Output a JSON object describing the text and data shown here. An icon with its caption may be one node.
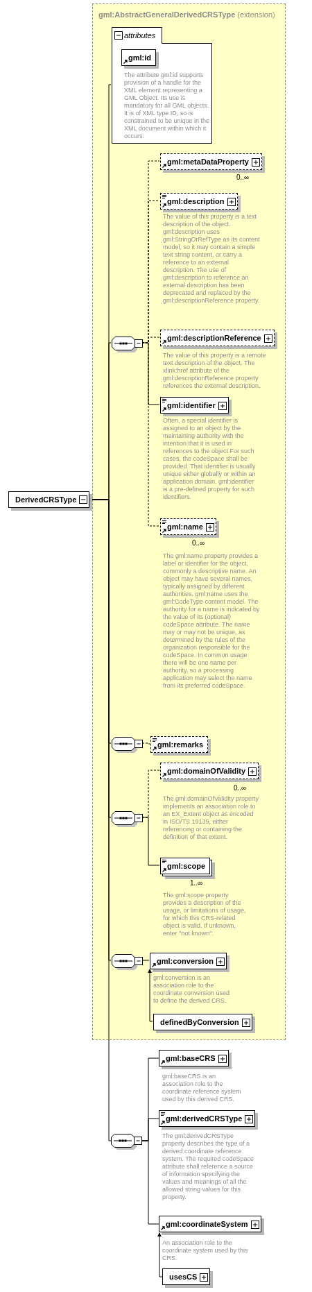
{
  "diagram": {
    "nodes": [
      {
        "text": [
          "DerivedCRSType"
        ]
      },
      {
        "text": [
          "**gml:AbstractGeneralDerivedCRSType** (extension)"
        ]
      },
      {
        "text": [
          "attributes"
        ],
        "in": 1
      },
      {
        "text": [
          "gml:id"
        ],
        "in": 2,
        "beside": [
          "The attribute gml:id supports provision of a handle for the XML element representing a GML Object. Its use is mandatory for all GML objects. It is of XML type ID, so is constrained to be unique in the XML document within which it occurs."
        ]
      },
      {
        "text": [],
        "shape": "octagon",
        "in": 1
      },
      {
        "text": [
          "gml:metaDataProperty"
        ],
        "in": 1,
        "beside": [
          "0..∞"
        ]
      },
      {
        "text": [
          "gml:description"
        ],
        "in": 1,
        "beside": [
          "The value of this property is a text description of the object. gml:description uses gml:StringOrRefType as its content model, so it may contain a simple text string content, or carry a reference to an external description. The use of gml:description to reference an external description has been deprecated and replaced by the gml:descriptionReference property."
        ]
      },
      {
        "text": [
          "gml:descriptionReference"
        ],
        "in": 1,
        "beside": [
          "The value of this property is a remote text description of the object. The xlink:href attribute of the gml:descriptionReference property references the external description."
        ]
      },
      {
        "text": [
          "gml:identifier"
        ],
        "in": 1,
        "beside": [
          "Often, a special identifier is assigned to an object by the maintaining authority with the intention that it is used in references to the object For such cases, the codeSpace shall be provided. That identifier is usually unique either globally or within an application domain. gml:identifier is a pre-defined property for such identifiers."
        ]
      },
      {
        "text": [
          "gml:name"
        ],
        "in": 1,
        "beside": [
          "0..∞",
          "The gml:name property provides a label or identifier for the object, commonly a descriptive name. An object may have several names, typically assigned by different authorities. gml:name uses the gml:CodeType content model. The authority for a name is indicated by the value of its (optional) codeSpace attribute. The name may or may not be unique, as determined by the rules of the organization responsible for the codeSpace. In common usage there will be one name per authority, so a processing application may select the name from its preferred codeSpace."
        ]
      },
      {
        "text": [],
        "shape": "octagon",
        "in": 1
      },
      {
        "text": [
          "gml:remarks"
        ],
        "in": 1
      },
      {
        "text": [],
        "shape": "octagon",
        "in": 1
      },
      {
        "text": [
          "gml:domainOfValidity"
        ],
        "in": 1,
        "beside": [
          "0..∞",
          "The gml:domainOfValidity property implements an association role to an EX_Extent object as encoded in ISO/TS 19139, either referencing or containing the definition of that extent."
        ]
      },
      {
        "text": [
          "gml:scope"
        ],
        "in": 1,
        "beside": [
          "1..∞",
          "The gml:scope property provides a description of the usage, or limitations of usage, for which this CRS-related object is valid. If unknown, enter \"not known\"."
        ]
      },
      {
        "text": [],
        "shape": "octagon",
        "in": 1
      },
      {
        "text": [
          "gml:conversion"
        ],
        "in": 1,
        "beside": [
          "gml:conversion is an association role to the coordinate conversion used to define the derived CRS."
        ]
      },
      {
        "text": [
          "definedByConversion"
        ],
        "in": 1
      },
      {
        "text": [],
        "shape": "octagon"
      },
      {
        "text": [
          "gml:baseCRS"
        ],
        "beside": [
          "gml:baseCRS is an association role to the coordinate reference system used by this derived CRS."
        ]
      },
      {
        "text": [
          "gml:derivedCRSType"
        ],
        "beside": [
          "The gml:derivedCRSType property describes the type of a derived coordinate reference system. The required codeSpace attribute shall reference a source of information specifying the values and meanings of all the allowed string values for this property."
        ]
      },
      {
        "text": [
          "gml:coordinateSystem"
        ],
        "beside": [
          "An association role to the coordinate system used by this CRS."
        ]
      },
      {
        "text": [
          "usesCS"
        ]
      }
    ],
    "edges": [
      {
        "from": 0,
        "to": 2,
        "arrow": "none"
      },
      {
        "from": 0,
        "to": 4,
        "arrow": "none"
      },
      {
        "from": 4,
        "to": 5,
        "arrow": "none",
        "style": "dashed"
      },
      {
        "from": 4,
        "to": 6,
        "arrow": "none",
        "style": "dashed"
      },
      {
        "from": 4,
        "to": 7,
        "arrow": "none",
        "style": "dashed"
      },
      {
        "from": 4,
        "to": 8,
        "arrow": "none"
      },
      {
        "from": 4,
        "to": 9,
        "arrow": "none",
        "style": "dashed"
      },
      {
        "from": 0,
        "to": 10,
        "arrow": "none"
      },
      {
        "from": 10,
        "to": 11,
        "arrow": "none",
        "style": "dashed"
      },
      {
        "from": 0,
        "to": 12,
        "arrow": "none"
      },
      {
        "from": 12,
        "to": 13,
        "arrow": "none",
        "style": "dashed"
      },
      {
        "from": 12,
        "to": 14,
        "arrow": "none"
      },
      {
        "from": 0,
        "to": 15,
        "arrow": "none"
      },
      {
        "from": 15,
        "to": 16,
        "arrow": "none"
      },
      {
        "from": 17,
        "to": 16,
        "arrow": "to"
      },
      {
        "from": 0,
        "to": 18,
        "arrow": "none"
      },
      {
        "from": 18,
        "to": 19,
        "arrow": "none"
      },
      {
        "from": 18,
        "to": 20,
        "arrow": "none"
      },
      {
        "from": 18,
        "to": 21,
        "arrow": "none"
      },
      {
        "from": 22,
        "to": 21,
        "arrow": "to"
      }
    ]
  }
}
